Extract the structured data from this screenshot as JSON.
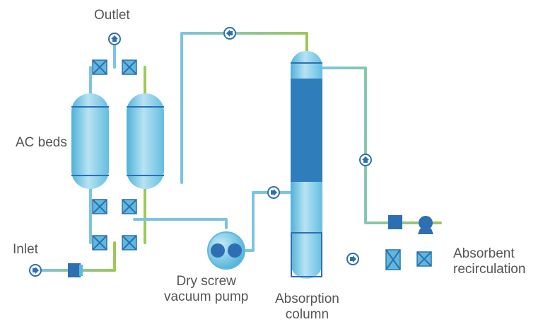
{
  "labels": {
    "outlet": "Outlet",
    "ac_beds": "AC beds",
    "inlet": "Inlet",
    "pump_line1": "Dry screw",
    "pump_line2": "vacuum pump",
    "column_line1": "Absorption",
    "column_line2": "column",
    "absorbent_line1": "Absorbent",
    "absorbent_line2": "recirculation"
  },
  "colors": {
    "text": "#555555",
    "pipe_blue": "#7cc4e0",
    "pipe_green": "#9cc85a",
    "vessel_light": "#a9dcef",
    "vessel_mid": "#52b6d8",
    "vessel_dark": "#2e6fb2",
    "packing": "#2f7dbb",
    "valve_fill": "#5fb9dc",
    "valve_stroke": "#2e6fb2"
  },
  "icons": {
    "flow_arrow": "flow-direction-arrow-icon",
    "valve": "butterfly-valve-icon",
    "filter": "inlet-filter-icon",
    "pump": "dry-screw-vacuum-pump-icon",
    "recirculation_pump": "recirculation-pump-icon"
  }
}
